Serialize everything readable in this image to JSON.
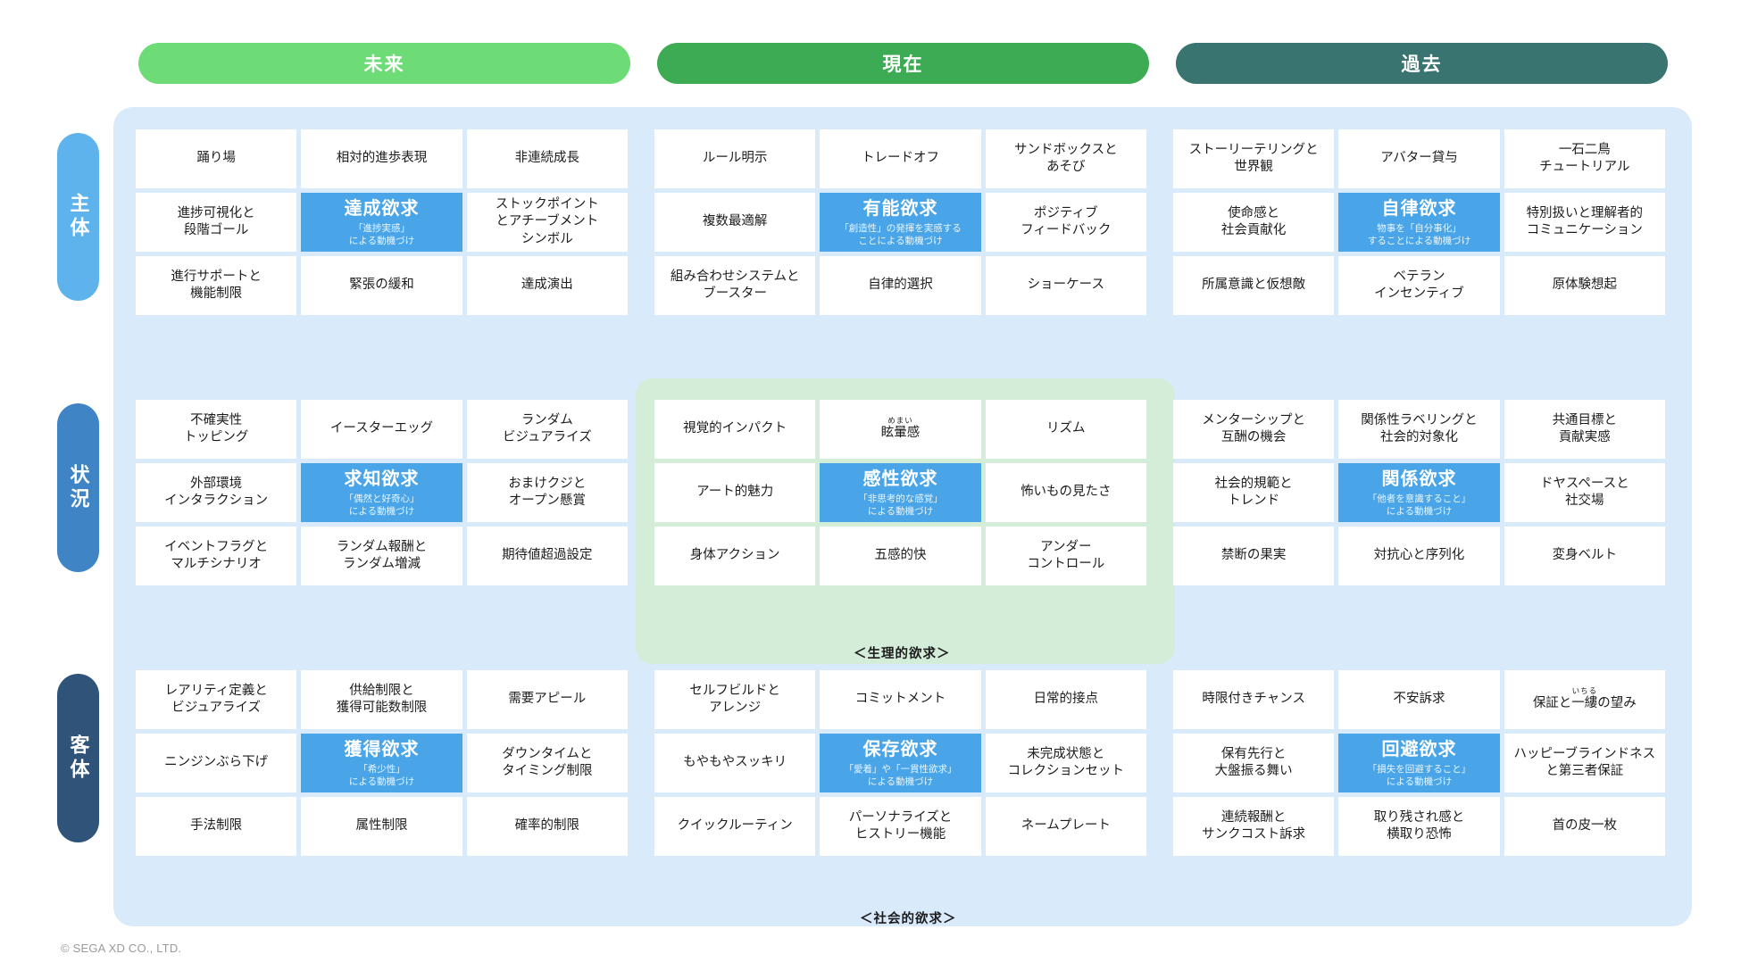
{
  "columns": [
    {
      "id": "future",
      "label": "未来",
      "color": "#6ddc77"
    },
    {
      "id": "present",
      "label": "現在",
      "color": "#3dab54"
    },
    {
      "id": "past",
      "label": "過去",
      "color": "#3a7470"
    }
  ],
  "rows": [
    {
      "id": "shutai",
      "label": "主体",
      "color": "#5eb3ec"
    },
    {
      "id": "jokyo",
      "label": "状況",
      "color": "#3f85c6"
    },
    {
      "id": "kyakutai",
      "label": "客体",
      "color": "#2f5379"
    }
  ],
  "captions": {
    "physiological": "＜生理的欲求＞",
    "social": "＜社会的欲求＞"
  },
  "footer": {
    "copyright": "© SEGA XD CO., LTD."
  },
  "accent": {
    "highlight_cell": "#49a5e8",
    "panel": "#d9eafb",
    "physio_panel": "#d4edd9"
  },
  "grid": {
    "shutai": {
      "future": [
        {
          "text": "踊り場"
        },
        {
          "text": "相対的進歩表現"
        },
        {
          "text": "非連続成長"
        },
        {
          "text": "進捗可視化と\n段階ゴール"
        },
        {
          "highlight": true,
          "title": "達成欲求",
          "sub": "「進捗実感」\nによる動機づけ"
        },
        {
          "text": "ストックポイント\nとアチーブメント\nシンボル"
        },
        {
          "text": "進行サポートと\n機能制限"
        },
        {
          "text": "緊張の緩和"
        },
        {
          "text": "達成演出"
        }
      ],
      "present": [
        {
          "text": "ルール明示"
        },
        {
          "text": "トレードオフ"
        },
        {
          "text": "サンドボックスと\nあそび"
        },
        {
          "text": "複数最適解"
        },
        {
          "highlight": true,
          "title": "有能欲求",
          "sub": "「創造性」の発揮を実感する\nことによる動機づけ"
        },
        {
          "text": "ポジティブ\nフィードバック"
        },
        {
          "text": "組み合わせシステムと\nブースター"
        },
        {
          "text": "自律的選択"
        },
        {
          "text": "ショーケース"
        }
      ],
      "past": [
        {
          "text": "ストーリーテリングと\n世界観"
        },
        {
          "text": "アバター貸与"
        },
        {
          "text": "一石二鳥\nチュートリアル"
        },
        {
          "text": "使命感と\n社会貢献化"
        },
        {
          "highlight": true,
          "title": "自律欲求",
          "sub": "物事を「自分事化」\nすることによる動機づけ"
        },
        {
          "text": "特別扱いと理解者的\nコミュニケーション"
        },
        {
          "text": "所属意識と仮想敵"
        },
        {
          "text": "ベテラン\nインセンティブ"
        },
        {
          "text": "原体験想起"
        }
      ]
    },
    "jokyo": {
      "future": [
        {
          "text": "不確実性\nトッピング"
        },
        {
          "text": "イースターエッグ"
        },
        {
          "text": "ランダム\nビジュアライズ"
        },
        {
          "text": "外部環境\nインタラクション"
        },
        {
          "highlight": true,
          "title": "求知欲求",
          "sub": "「偶然と好奇心」\nによる動機づけ"
        },
        {
          "text": "おまけクジと\nオープン懸賞"
        },
        {
          "text": "イベントフラグと\nマルチシナリオ"
        },
        {
          "text": "ランダム報酬と\nランダム増減"
        },
        {
          "text": "期待値超過設定"
        }
      ],
      "present": [
        {
          "text": "視覚的インパクト"
        },
        {
          "text": "眩暈感",
          "ruby": "めまい"
        },
        {
          "text": "リズム"
        },
        {
          "text": "アート的魅力"
        },
        {
          "highlight": true,
          "title": "感性欲求",
          "sub": "「非思考的な感覚」\nによる動機づけ"
        },
        {
          "text": "怖いもの見たさ"
        },
        {
          "text": "身体アクション"
        },
        {
          "text": "五感的快"
        },
        {
          "text": "アンダー\nコントロール"
        }
      ],
      "past": [
        {
          "text": "メンターシップと\n互酬の機会"
        },
        {
          "text": "関係性ラベリングと\n社会的対象化"
        },
        {
          "text": "共通目標と\n貢献実感"
        },
        {
          "text": "社会的規範と\nトレンド"
        },
        {
          "highlight": true,
          "title": "関係欲求",
          "sub": "「他者を意識すること」\nによる動機づけ"
        },
        {
          "text": "ドヤスペースと\n社交場"
        },
        {
          "text": "禁断の果実"
        },
        {
          "text": "対抗心と序列化"
        },
        {
          "text": "変身ベルト"
        }
      ]
    },
    "kyakutai": {
      "future": [
        {
          "text": "レアリティ定義と\nビジュアライズ"
        },
        {
          "text": "供給制限と\n獲得可能数制限"
        },
        {
          "text": "需要アピール"
        },
        {
          "text": "ニンジンぶら下げ"
        },
        {
          "highlight": true,
          "title": "獲得欲求",
          "sub": "「希少性」\nによる動機づけ"
        },
        {
          "text": "ダウンタイムと\nタイミング制限"
        },
        {
          "text": "手法制限"
        },
        {
          "text": "属性制限"
        },
        {
          "text": "確率的制限"
        }
      ],
      "present": [
        {
          "text": "セルフビルドと\nアレンジ"
        },
        {
          "text": "コミットメント"
        },
        {
          "text": "日常的接点"
        },
        {
          "text": "もやもやスッキリ"
        },
        {
          "highlight": true,
          "title": "保存欲求",
          "sub": "「愛着」や「一貫性欲求」\nによる動機づけ"
        },
        {
          "text": "未完成状態と\nコレクションセット"
        },
        {
          "text": "クイックルーティン"
        },
        {
          "text": "パーソナライズと\nヒストリー機能"
        },
        {
          "text": "ネームプレート"
        }
      ],
      "past": [
        {
          "text": "時限付きチャンス"
        },
        {
          "text": "不安訴求"
        },
        {
          "text": "保証と一縷の望み",
          "ruby": "いちる"
        },
        {
          "text": "保有先行と\n大盤振る舞い"
        },
        {
          "highlight": true,
          "title": "回避欲求",
          "sub": "「損失を回避すること」\nによる動機づけ"
        },
        {
          "text": "ハッピーブラインドネス\nと第三者保証"
        },
        {
          "text": "連続報酬と\nサンクコスト訴求"
        },
        {
          "text": "取り残され感と\n横取り恐怖"
        },
        {
          "text": "首の皮一枚"
        }
      ]
    }
  }
}
